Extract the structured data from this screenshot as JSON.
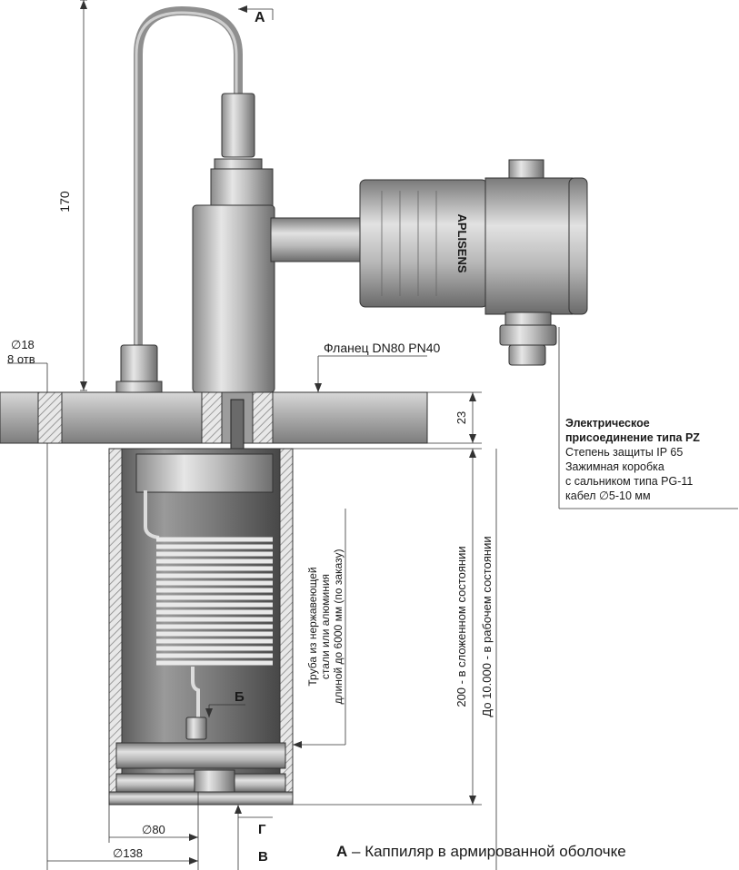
{
  "labels": {
    "a_top": "А",
    "dim_170": "170",
    "hole_dia": "∅18",
    "hole_count": "8 отв",
    "flange": "Фланец DN80 PN40",
    "dim_23": "23",
    "tube_line1": "Труба из нержавеющей",
    "tube_line2": "стали или алюминия",
    "tube_line3": "длиной до 6000 мм (по заказу)",
    "b_label": "Б",
    "dim_200": "200 - в сложенном состоянии",
    "dim_10000": "До 10.000 - в рабочем состоянии",
    "g_label": "Г",
    "dia_80": "∅80",
    "dia_138": "∅138",
    "v_label": "В"
  },
  "note": {
    "title1": "Электрическое",
    "title2": "присоединение типа PZ",
    "line1": "Степень защиты IP 65",
    "line2": "Зажимная коробка",
    "line3": "с сальником типа PG-11",
    "line4": "кабел ∅5-10 мм"
  },
  "legend": {
    "key": "А",
    "text": "– Каппиляр в армированной оболочке"
  },
  "brand": "APLISENS"
}
